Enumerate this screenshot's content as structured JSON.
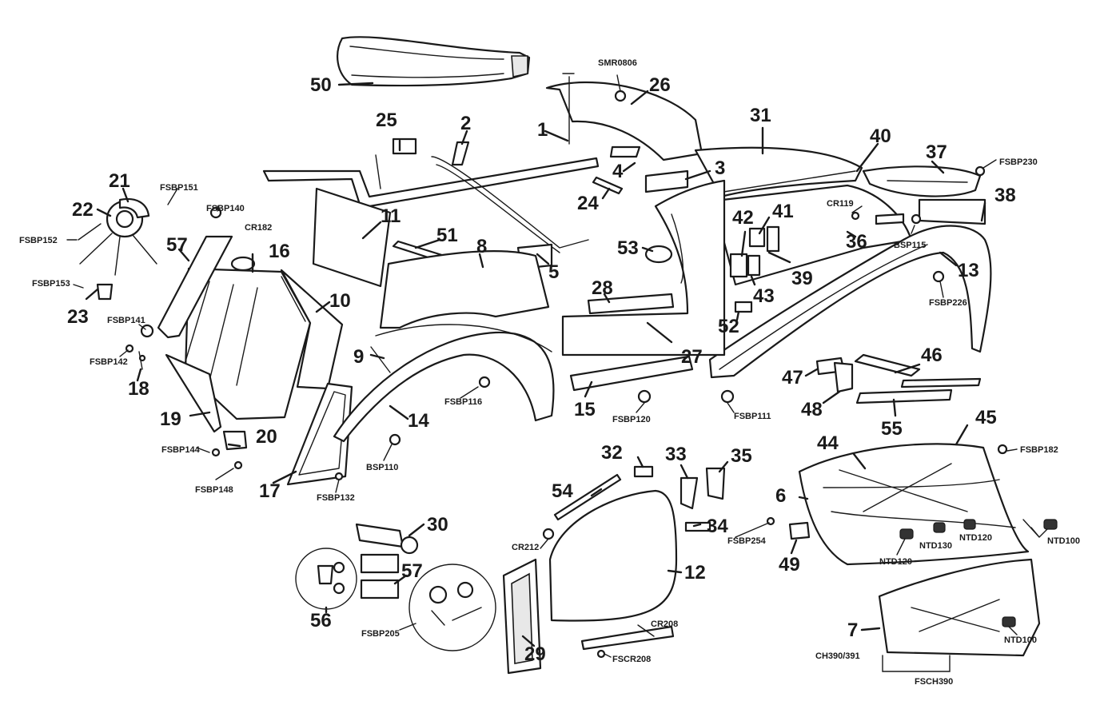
{
  "labels": {
    "p1": "1",
    "p2": "2",
    "p3": "3",
    "p4": "4",
    "p5": "5",
    "p6": "6",
    "p7": "7",
    "p8": "8",
    "p9": "9",
    "p10": "10",
    "p11": "11",
    "p12": "12",
    "p13": "13",
    "p14": "14",
    "p15": "15",
    "p16": "16",
    "p17": "17",
    "p18": "18",
    "p19": "19",
    "p20": "20",
    "p21": "21",
    "p22": "22",
    "p23": "23",
    "p24": "24",
    "p25": "25",
    "p26": "26",
    "p27": "27",
    "p28": "28",
    "p29": "29",
    "p30": "30",
    "p31": "31",
    "p32": "32",
    "p33": "33",
    "p34": "34",
    "p35": "35",
    "p36": "36",
    "p37": "37",
    "p38": "38",
    "p39": "39",
    "p40": "40",
    "p41": "41",
    "p42": "42",
    "p43": "43",
    "p44": "44",
    "p45": "45",
    "p46": "46",
    "p47": "47",
    "p48": "48",
    "p49": "49",
    "p50": "50",
    "p51": "51",
    "p52": "52",
    "p53": "53",
    "p54": "54",
    "p55": "55",
    "p56": "56",
    "p57a": "57",
    "p57b": "57"
  },
  "codes": {
    "smr0806": "SMR0806",
    "fsbp230": "FSBP230",
    "fsbp151": "FSBP151",
    "fsbp140": "FSBP140",
    "cr182": "CR182",
    "fsbp152": "FSBP152",
    "fsbp153": "FSBP153",
    "fsbp141": "FSBP141",
    "fsbp142": "FSBP142",
    "fsbp144": "FSBP144",
    "fsbp148": "FSBP148",
    "fsbp132": "FSBP132",
    "bsp110": "BSP110",
    "fsbp116": "FSBP116",
    "fsbp120": "FSBP120",
    "fsbp111": "FSBP111",
    "cr119": "CR119",
    "bsp115": "BSP115",
    "fsbp226": "FSBP226",
    "fsbp182": "FSBP182",
    "fsbp254": "FSBP254",
    "ntd120a": "NTD120",
    "ntd130": "NTD130",
    "ntd120b": "NTD120",
    "ntd100a": "NTD100",
    "ntd100b": "NTD100",
    "cr212": "CR212",
    "cr208": "CR208",
    "fscr208": "FSCR208",
    "fsbp205": "FSBP205",
    "ch390": "CH390/391",
    "fsch390": "FSCH390"
  }
}
